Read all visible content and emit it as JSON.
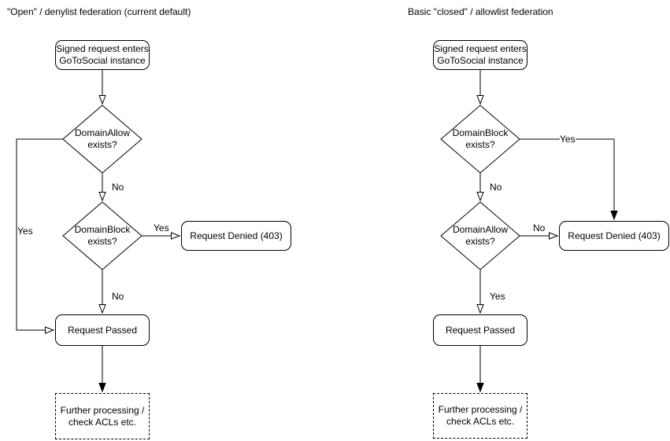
{
  "charts": [
    {
      "title": "\"Open\" / denylist federation (current default)",
      "start": "Signed request enters\nGoToSocial instance",
      "decision1": "DomainAllow\nexists?",
      "decision2": "DomainBlock\nexists?",
      "denied": "Request Denied (403)",
      "passed": "Request Passed",
      "further": "Further processing /\ncheck ACLs etc.",
      "labels": {
        "decision1_branch": "Yes",
        "decision1_down": "No",
        "decision2_branch": "Yes",
        "decision2_down": "No"
      }
    },
    {
      "title": "Basic \"closed\" / allowlist federation",
      "start": "Signed request enters\nGoToSocial instance",
      "decision1": "DomainBlock\nexists?",
      "decision2": "DomainAllow\nexists?",
      "denied": "Request Denied (403)",
      "passed": "Request Passed",
      "further": "Further processing /\ncheck ACLs etc.",
      "labels": {
        "decision1_branch": "Yes",
        "decision1_down": "No",
        "decision2_branch": "No",
        "decision2_down": "Yes"
      }
    }
  ]
}
